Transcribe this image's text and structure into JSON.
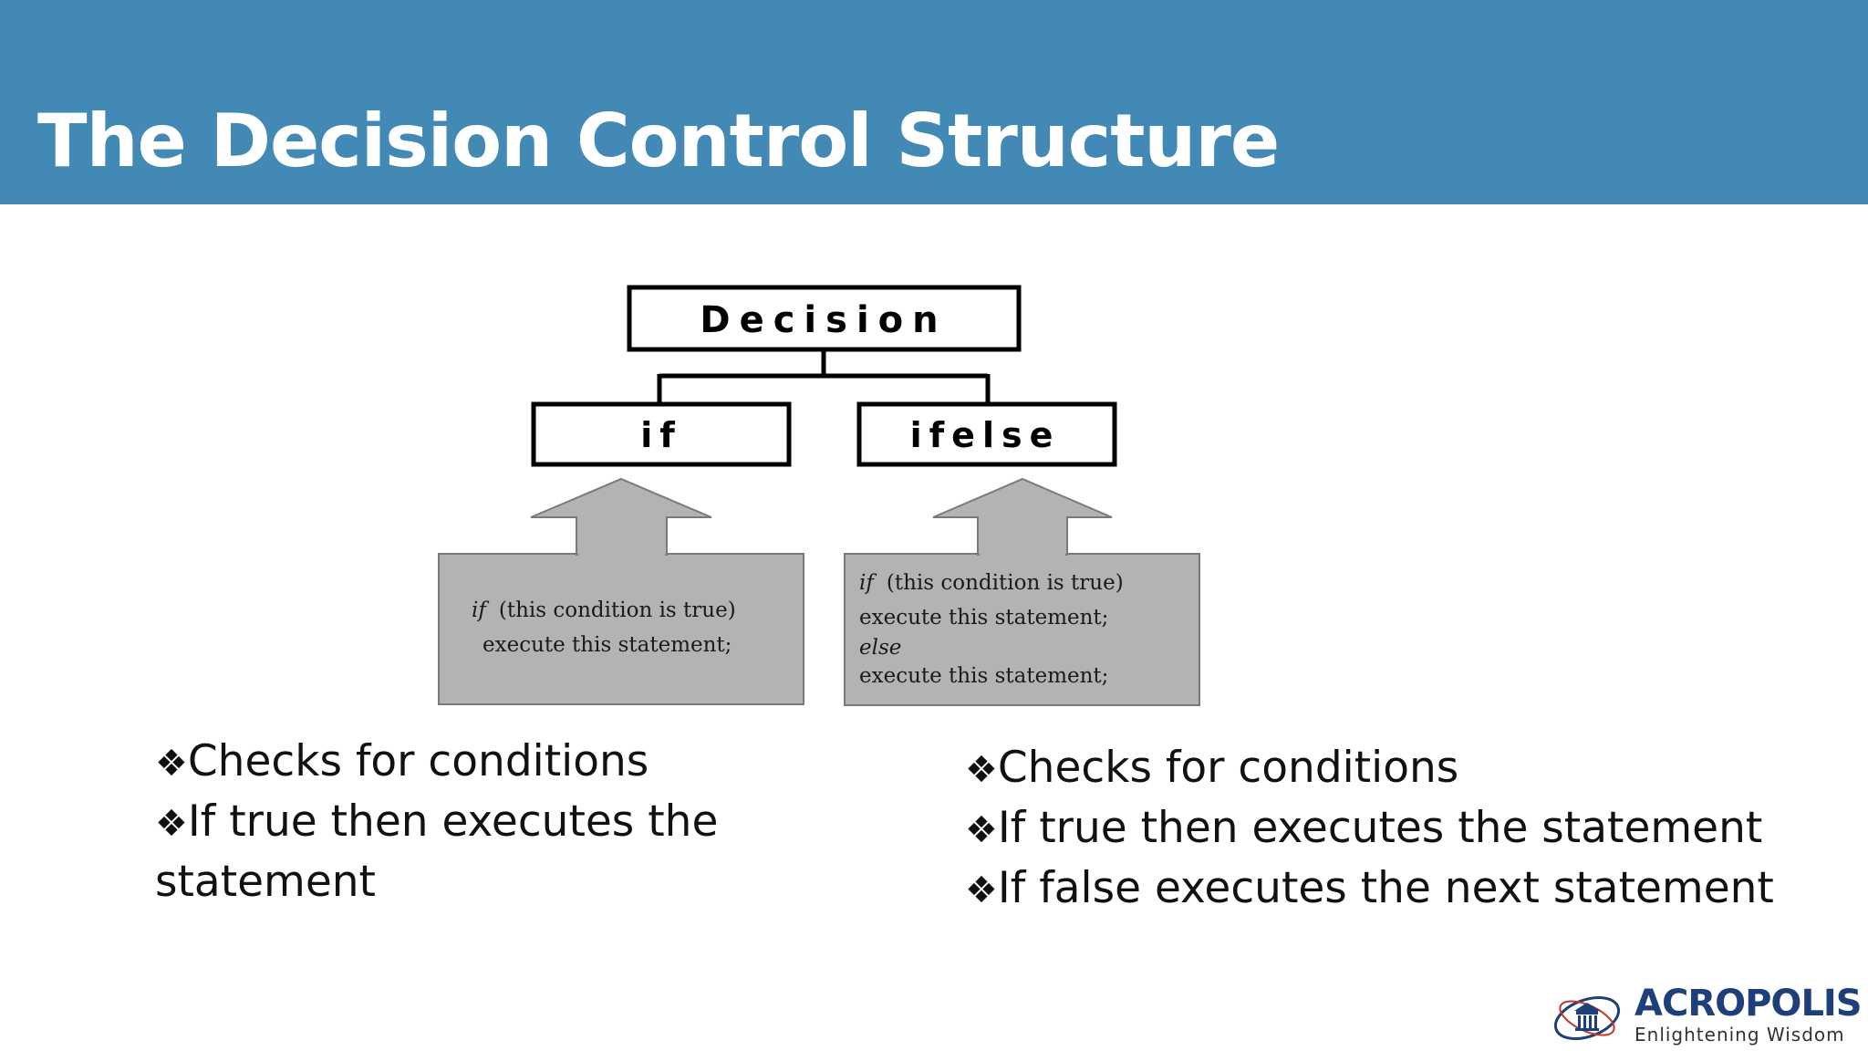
{
  "slide": {
    "title": "The Decision Control Structure"
  },
  "diagram": {
    "root_label": "Decision",
    "left_label": "if",
    "right_label": "ifelse",
    "left_code": {
      "line1_keyword": "if",
      "line1_rest": "(this condition is true)",
      "line2": "execute this statement;"
    },
    "right_code": {
      "line1_keyword": "if",
      "line1_rest": "(this condition is true)",
      "line2": "execute this statement;",
      "line3_keyword": "else",
      "line4": "execute this statement;"
    },
    "colors": {
      "box_fill": "#b3b3b3",
      "box_stroke": "#777777",
      "frame_stroke": "#000000"
    }
  },
  "bullets_left": [
    "Checks for conditions",
    "If true then executes the statement"
  ],
  "bullets_right": [
    "Checks for conditions",
    "If true then executes the statement",
    "If false executes the next statement"
  ],
  "bullet_symbol": "❖",
  "logo": {
    "name": "ACROPOLIS",
    "tagline": "Enlightening Wisdom",
    "icon": "acropolis-emblem-icon"
  },
  "colors": {
    "header_bg": "#428ab5",
    "title_text": "#ffffff"
  }
}
